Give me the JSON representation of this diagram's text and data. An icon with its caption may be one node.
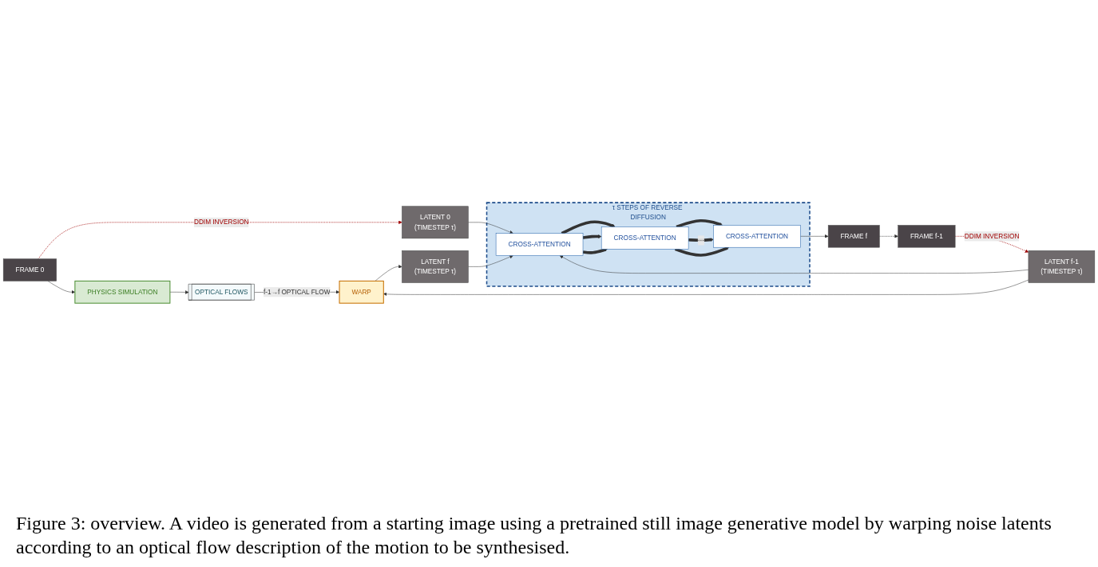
{
  "diagram": {
    "caption": "Figure 3: overview. A video is generated from a starting image using a pretrained still image generative model by warping noise latents according to an optical flow description of the motion to be synthesised.",
    "nodes": [
      {
        "text": [
          "FRAME 0"
        ]
      },
      {
        "text": [
          "LATENT 0",
          "(TIMESTEP τ)"
        ]
      },
      {
        "text": [
          "τ STEPS OF REVERSE DIFFUSION"
        ]
      },
      {
        "text": [
          "CROSS-ATTENTION"
        ],
        "in": 2
      },
      {
        "text": [
          "CROSS-ATTENTION"
        ],
        "in": 2
      },
      {
        "text": [
          "CROSS-ATTENTION"
        ],
        "in": 2
      },
      {
        "text": [
          "FRAME f-1"
        ]
      },
      {
        "text": [
          "LATENT f-1",
          "(TIMESTEP τ)"
        ]
      },
      {
        "text": [
          "PHYSICS SIMULATION"
        ]
      },
      {
        "text": [
          "OPTICAL FLOWS"
        ]
      },
      {
        "text": [
          "WARP"
        ]
      },
      {
        "text": [
          "LATENT f",
          "(TIMESTEP τ)"
        ]
      },
      {
        "text": [
          "FRAME f"
        ]
      }
    ],
    "edges": [
      {
        "from": 0,
        "to": 8,
        "arrow": "to"
      },
      {
        "from": 0,
        "to": 1,
        "arrow": "to",
        "label": "DDIM INVERSION",
        "style": "dashed",
        "color": "#a00000"
      },
      {
        "from": 1,
        "to": 3,
        "arrow": "to"
      },
      {
        "from": 6,
        "to": 7,
        "arrow": "to",
        "label": "DDIM INVERSION",
        "style": "dashed",
        "color": "#a00000"
      },
      {
        "from": 7,
        "to": 3,
        "arrow": "to"
      },
      {
        "from": 7,
        "to": 10,
        "arrow": "to"
      },
      {
        "from": 8,
        "to": 9,
        "arrow": "to"
      },
      {
        "from": 9,
        "to": 10,
        "arrow": "to",
        "label": "f-1→f OPTICAL FLOW"
      },
      {
        "from": 10,
        "to": 11,
        "arrow": "to"
      },
      {
        "from": 11,
        "to": 3,
        "arrow": "to"
      },
      {
        "from": 3,
        "to": 4,
        "arrow": "to",
        "style": "thick"
      },
      {
        "from": 3,
        "to": 4,
        "arrow": "to",
        "style": "thick"
      },
      {
        "from": 3,
        "to": 4,
        "arrow": "to",
        "style": "thick"
      },
      {
        "from": 4,
        "to": 5,
        "arrow": "to",
        "style": "thick"
      },
      {
        "from": 4,
        "to": 5,
        "arrow": "to",
        "style": "thick",
        "label": "···"
      },
      {
        "from": 4,
        "to": 5,
        "arrow": "to",
        "style": "thick"
      },
      {
        "from": 5,
        "to": 12,
        "arrow": "to"
      },
      {
        "from": 12,
        "to": 6,
        "arrow": "to",
        "style": "dashed"
      }
    ]
  }
}
